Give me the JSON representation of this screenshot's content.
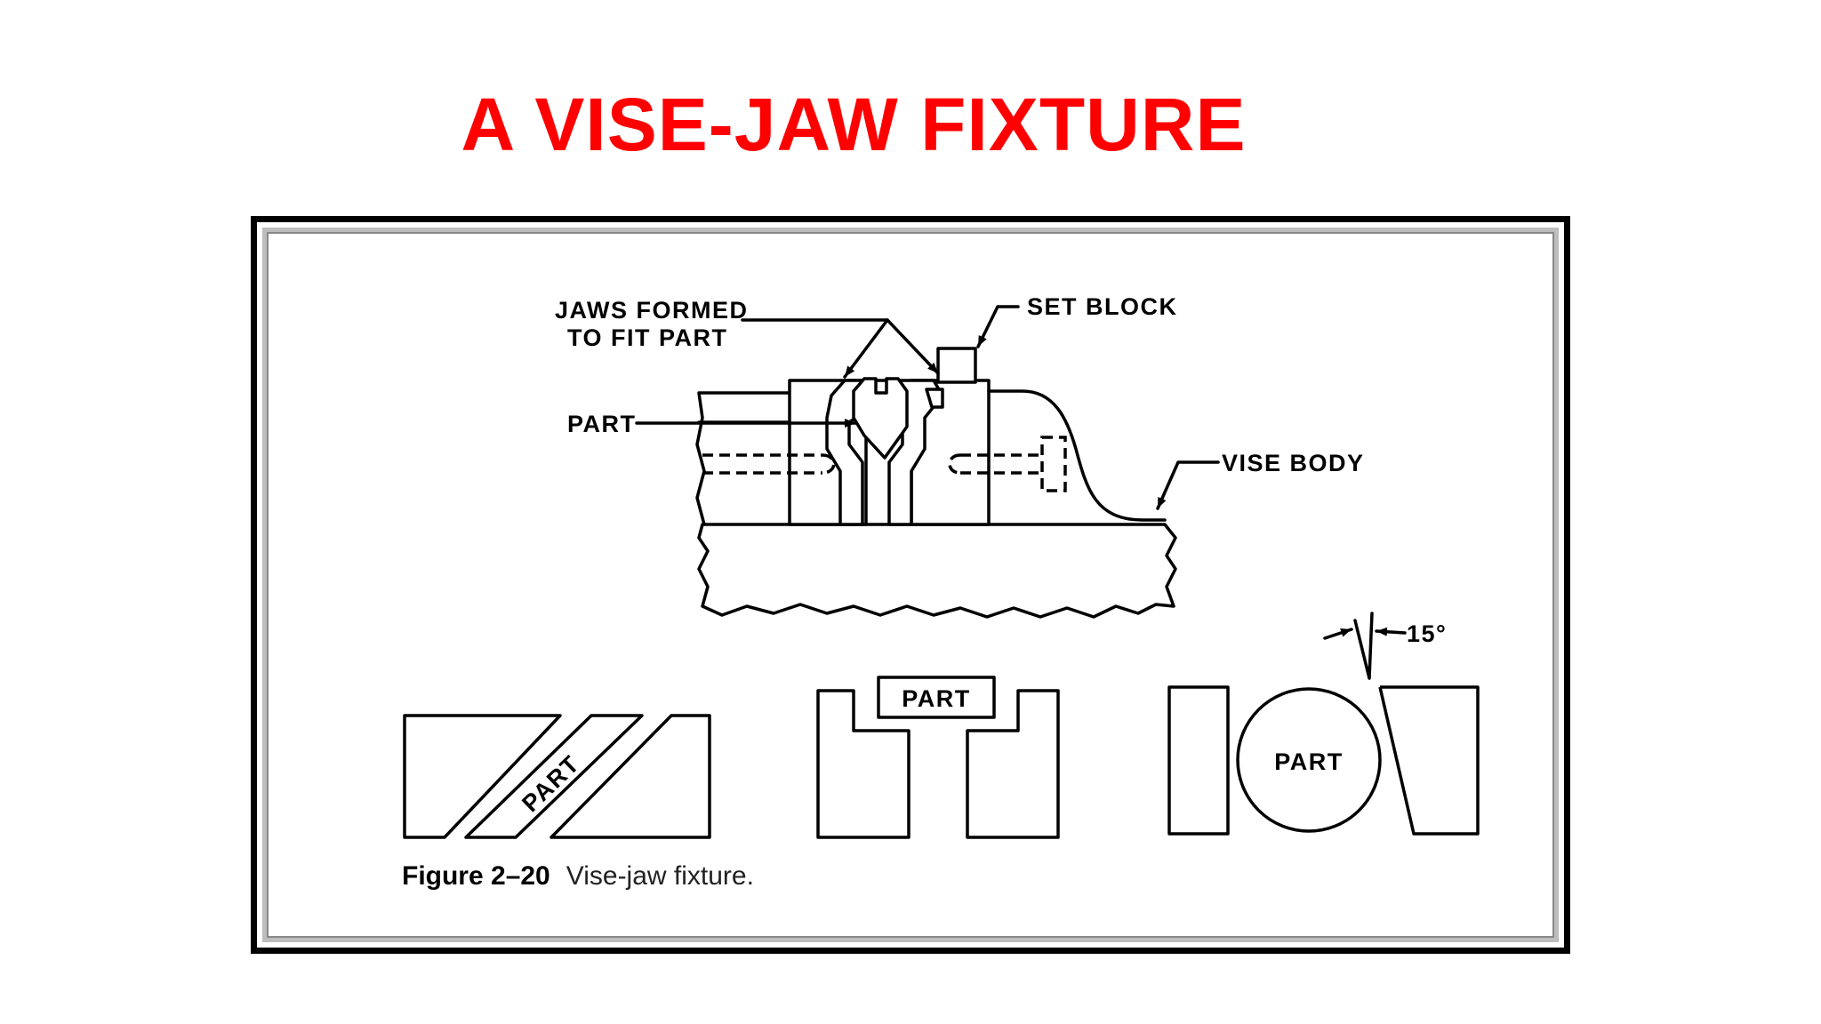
{
  "title": "A VISE-JAW FIXTURE",
  "labels": {
    "jaws_line1": "JAWS FORMED",
    "jaws_line2": "TO FIT PART",
    "set_block": "SET BLOCK",
    "part_main": "PART",
    "vise_body": "VISE BODY",
    "angle": "15°",
    "part_diag": "PART",
    "part_step": "PART",
    "part_round": "PART"
  },
  "caption": {
    "figure_number": "Figure 2–20",
    "text": "Vise-jaw fixture."
  },
  "colors": {
    "title": "#ff0000",
    "frame": "#000000"
  }
}
